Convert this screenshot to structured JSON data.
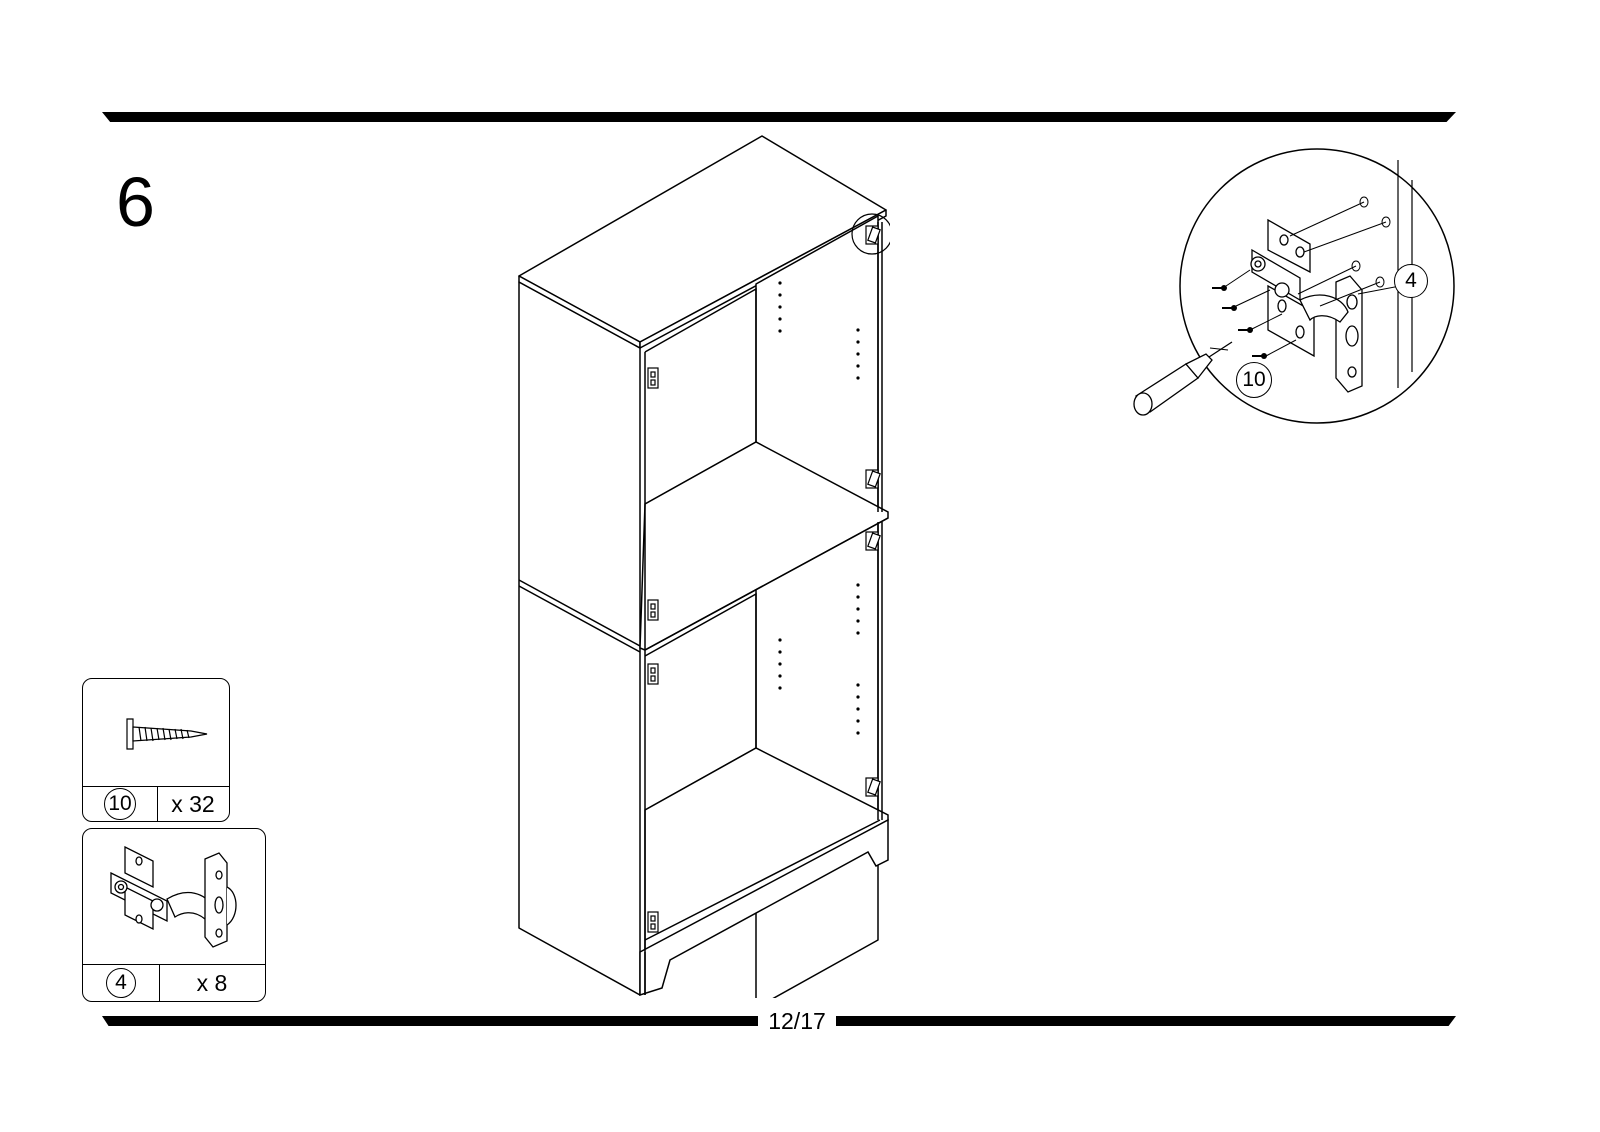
{
  "step": {
    "number": "6"
  },
  "page": {
    "number": "12/17"
  },
  "parts": [
    {
      "id": "10",
      "quantity": "x 32",
      "icon": "screw-icon"
    },
    {
      "id": "4",
      "quantity": "x 8",
      "icon": "hinge-icon"
    }
  ],
  "detail": {
    "callout_hinge": "4",
    "callout_screw": "10"
  }
}
